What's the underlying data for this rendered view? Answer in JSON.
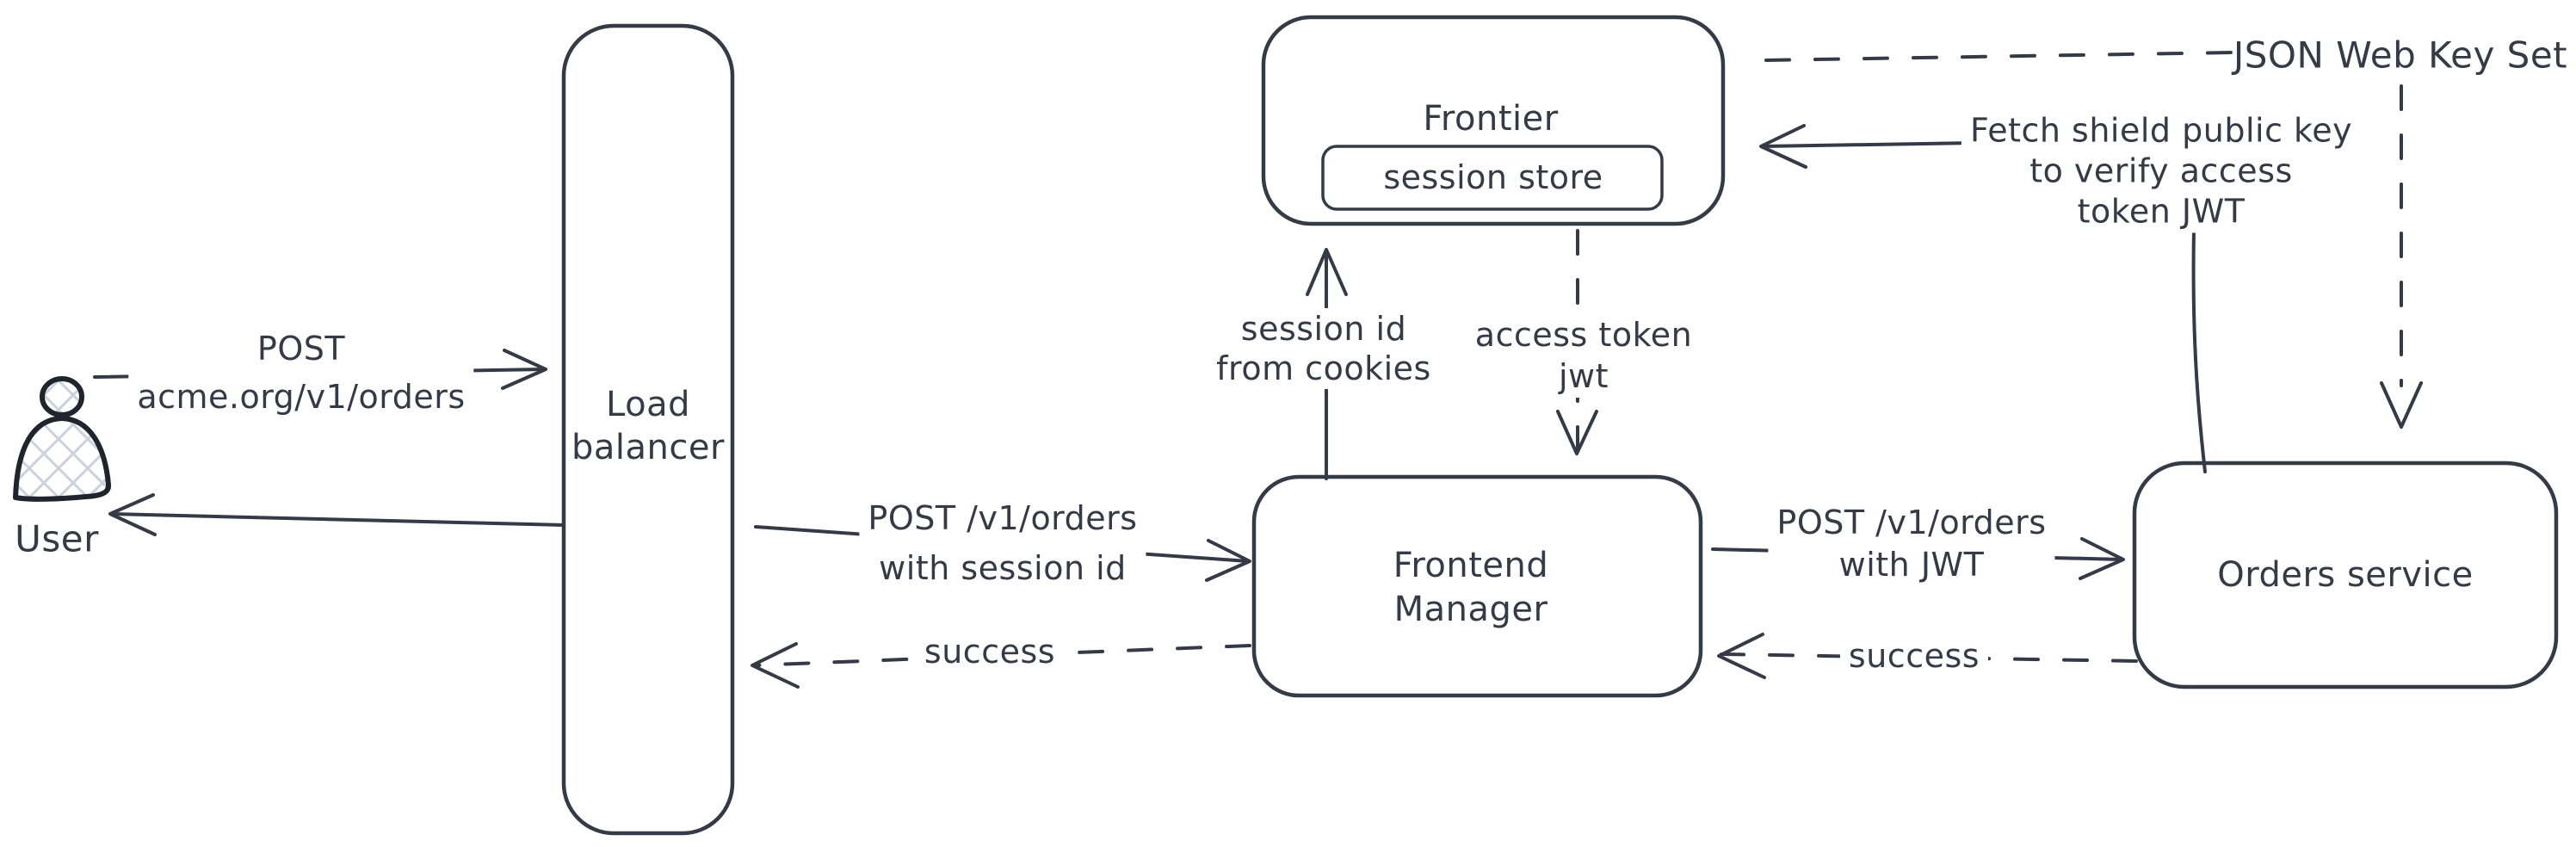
{
  "colors": {
    "ink": "#343a46",
    "person": "#20242d",
    "hatch": "#c9d2dd",
    "bg": "#ffffff"
  },
  "icons": {
    "user": "person-silhouette-icon"
  },
  "nodes": {
    "user": {
      "label": "User"
    },
    "load_balancer": {
      "lines": [
        "Load",
        "balancer"
      ]
    },
    "frontier": {
      "label": "Frontier"
    },
    "session_store": {
      "label": "session store"
    },
    "frontend_manager": {
      "lines": [
        "Frontend",
        "Manager"
      ]
    },
    "orders_service": {
      "label": "Orders service"
    },
    "jwks": {
      "label": "JSON Web Key Set"
    }
  },
  "edges": {
    "user_to_lb": {
      "style": "solid",
      "lines": [
        "POST",
        "acme.org/v1/orders"
      ]
    },
    "lb_to_user": {
      "style": "solid"
    },
    "lb_to_fm": {
      "style": "solid",
      "lines": [
        "POST /v1/orders",
        "with session id"
      ]
    },
    "fm_to_lb": {
      "style": "dashed",
      "label": "success"
    },
    "fm_to_frontier": {
      "style": "solid",
      "lines": [
        "session id",
        "from cookies"
      ]
    },
    "frontier_to_fm": {
      "style": "dashed",
      "lines": [
        "access token",
        "jwt"
      ]
    },
    "fm_to_orders": {
      "style": "solid",
      "lines": [
        "POST /v1/orders",
        "with JWT"
      ]
    },
    "orders_to_fm": {
      "style": "dashed",
      "label": "success"
    },
    "orders_to_frontier": {
      "style": "solid",
      "lines": [
        "Fetch shield public key",
        "to verify access",
        "token JWT"
      ]
    },
    "frontier_to_jwks": {
      "style": "dashed"
    },
    "jwks_to_orders": {
      "style": "dashed"
    }
  }
}
